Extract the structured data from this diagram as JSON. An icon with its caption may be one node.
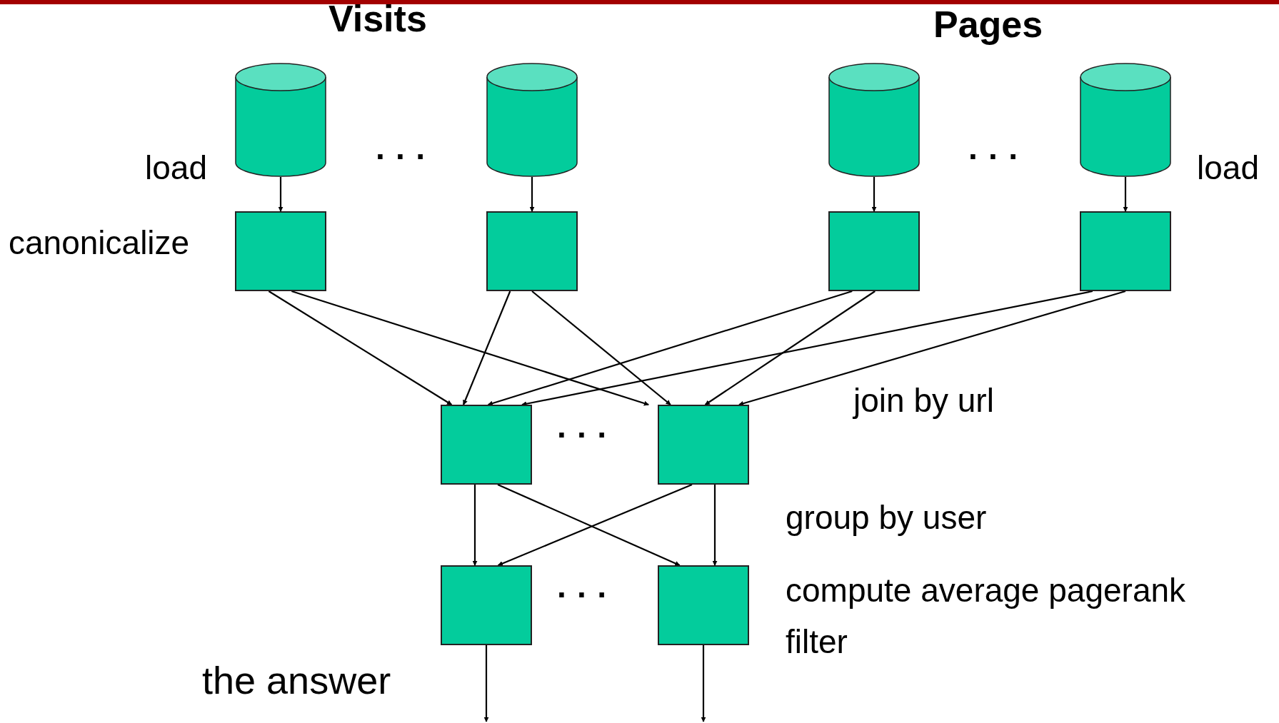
{
  "diagram": {
    "nodes": [
      {
        "text": [],
        "shape": "cylinder"
      },
      {
        "text": [],
        "shape": "cylinder"
      },
      {
        "text": [],
        "shape": "cylinder"
      },
      {
        "text": [],
        "shape": "cylinder"
      },
      {
        "text": [],
        "shape": "box"
      },
      {
        "text": [],
        "shape": "box"
      },
      {
        "text": [],
        "shape": "box"
      },
      {
        "text": [],
        "shape": "box"
      },
      {
        "text": [],
        "shape": "box"
      },
      {
        "text": [],
        "shape": "box"
      },
      {
        "text": [],
        "shape": "box"
      },
      {
        "text": [],
        "shape": "box"
      }
    ],
    "edges": [
      {
        "from": 0,
        "to": 4,
        "arrow": "to"
      },
      {
        "from": 1,
        "to": 5,
        "arrow": "to"
      },
      {
        "from": 2,
        "to": 6,
        "arrow": "to"
      },
      {
        "from": 3,
        "to": 7,
        "arrow": "to"
      },
      {
        "from": 4,
        "to": 8,
        "arrow": "to"
      },
      {
        "from": 4,
        "to": 9,
        "arrow": "to"
      },
      {
        "from": 5,
        "to": 8,
        "arrow": "to"
      },
      {
        "from": 5,
        "to": 9,
        "arrow": "to"
      },
      {
        "from": 6,
        "to": 8,
        "arrow": "to"
      },
      {
        "from": 6,
        "to": 9,
        "arrow": "to"
      },
      {
        "from": 7,
        "to": 8,
        "arrow": "to"
      },
      {
        "from": 7,
        "to": 9,
        "arrow": "to"
      },
      {
        "from": 8,
        "to": 10,
        "arrow": "to"
      },
      {
        "from": 8,
        "to": 11,
        "arrow": "to"
      },
      {
        "from": 9,
        "to": 10,
        "arrow": "to"
      },
      {
        "from": 9,
        "to": 11,
        "arrow": "to"
      },
      {
        "from": 10,
        "to": null,
        "arrow": "to"
      },
      {
        "from": 11,
        "to": null,
        "arrow": "to"
      }
    ],
    "labels": [
      "Visits",
      "Pages",
      "load",
      "· · ·",
      "· · ·",
      "load",
      "canonicalize",
      "join by url",
      "· · ·",
      "group by user",
      "compute average pagerank",
      "· · ·",
      "filter",
      "the answer"
    ]
  }
}
